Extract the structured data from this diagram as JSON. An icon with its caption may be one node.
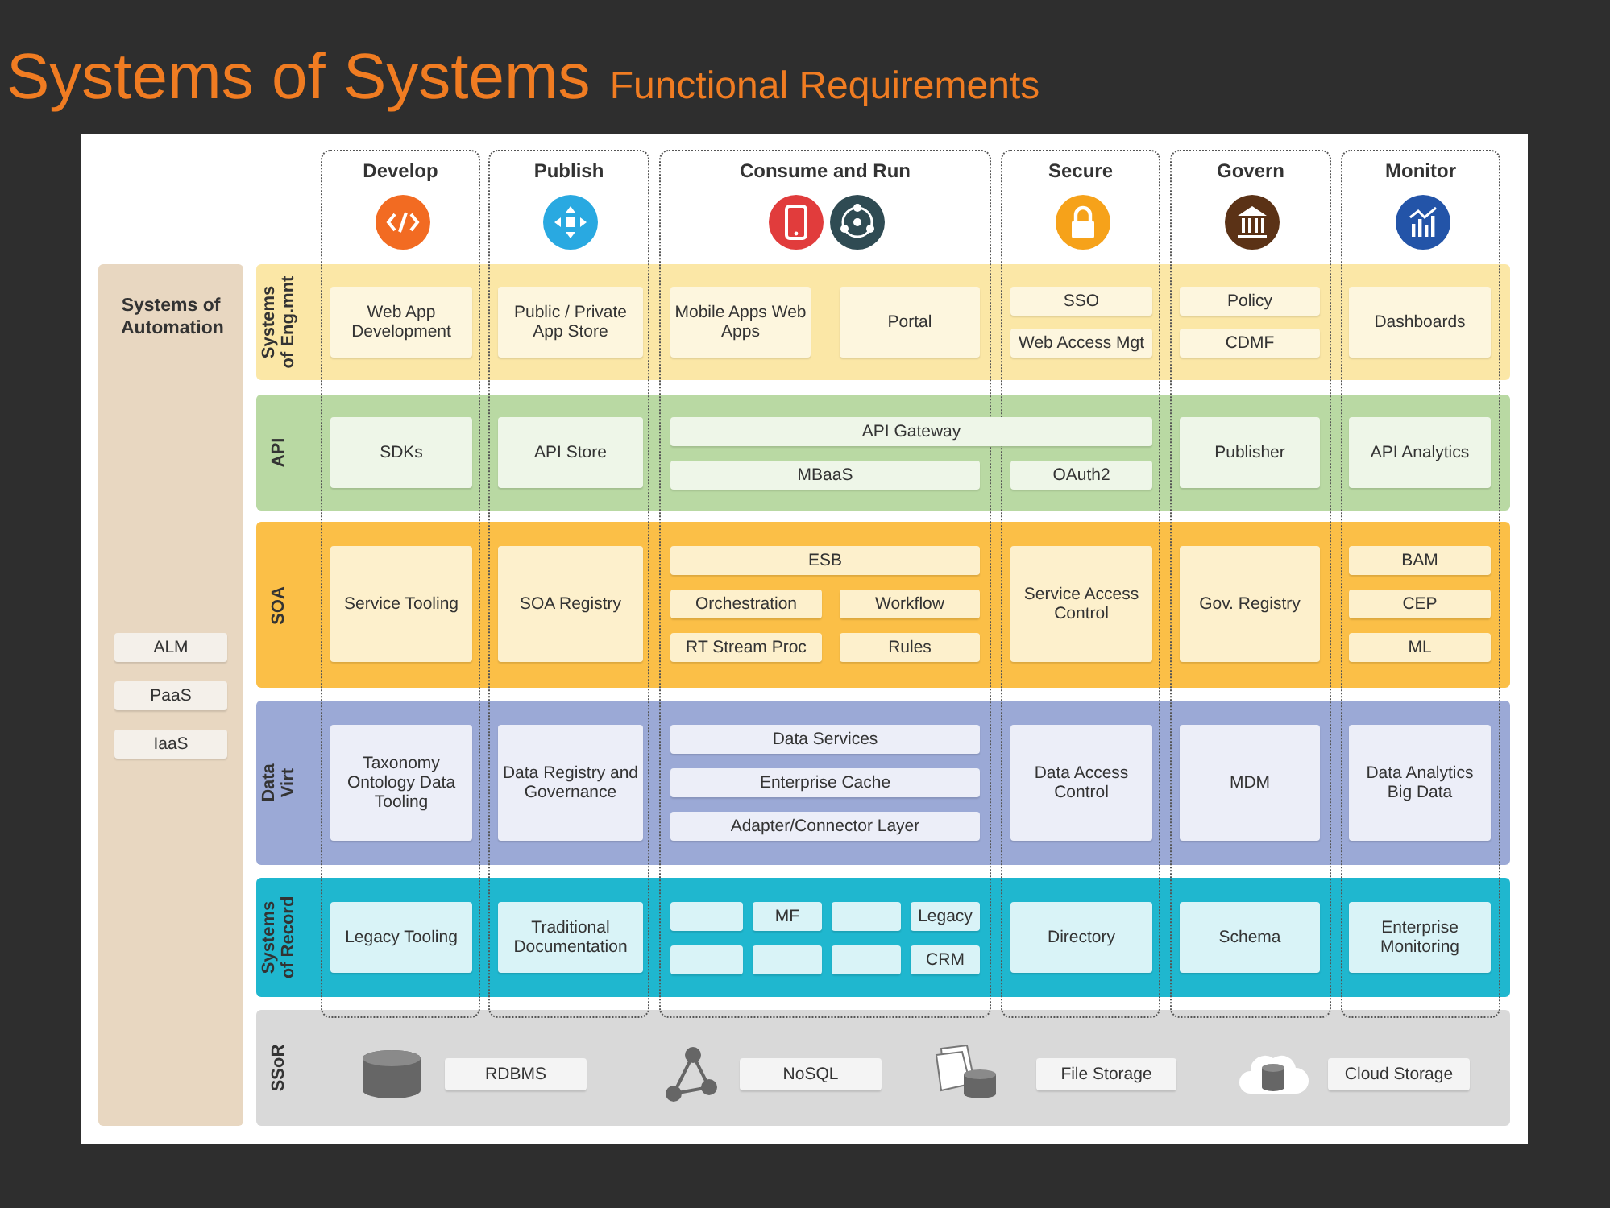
{
  "diagram": {
    "title": "Systems of Systems",
    "labels": [
      "Functional Requirements"
    ],
    "nodes": [
      {
        "text": [
          "Systems of Automation"
        ]
      },
      {
        "text": [
          "ALM"
        ],
        "in": 0
      },
      {
        "text": [
          "PaaS"
        ],
        "in": 0
      },
      {
        "text": [
          "IaaS"
        ],
        "in": 0
      },
      {
        "text": [
          "Develop"
        ]
      },
      {
        "text": [
          "Publish"
        ]
      },
      {
        "text": [
          "Consume and Run"
        ]
      },
      {
        "text": [
          "Secure"
        ]
      },
      {
        "text": [
          "Govern"
        ]
      },
      {
        "text": [
          "Monitor"
        ]
      },
      {
        "text": [
          "Systems of Eng.mnt"
        ]
      },
      {
        "text": [
          "Web App Development"
        ]
      },
      {
        "text": [
          "Public / Private App Store"
        ]
      },
      {
        "text": [
          "Mobile Apps Web Apps"
        ]
      },
      {
        "text": [
          "Portal"
        ]
      },
      {
        "text": [
          "SSO"
        ]
      },
      {
        "text": [
          "Web Access Mgt"
        ]
      },
      {
        "text": [
          "Policy"
        ]
      },
      {
        "text": [
          "CDMF"
        ]
      },
      {
        "text": [
          "Dashboards"
        ]
      },
      {
        "text": [
          "API"
        ]
      },
      {
        "text": [
          "SDKs"
        ]
      },
      {
        "text": [
          "API Store"
        ]
      },
      {
        "text": [
          "API Gateway"
        ],
        "in": 20
      },
      {
        "text": [
          "MBaaS"
        ]
      },
      {
        "text": [
          "OAuth2"
        ]
      },
      {
        "text": [
          "Publisher"
        ]
      },
      {
        "text": [
          "API Analytics"
        ]
      },
      {
        "text": [
          "SOA"
        ]
      },
      {
        "text": [
          "Service Tooling"
        ]
      },
      {
        "text": [
          "SOA Registry"
        ]
      },
      {
        "text": [
          "ESB"
        ]
      },
      {
        "text": [
          "Orchestration"
        ]
      },
      {
        "text": [
          "Workflow"
        ]
      },
      {
        "text": [
          "RT Stream Proc"
        ]
      },
      {
        "text": [
          "Rules"
        ]
      },
      {
        "text": [
          "Service Access Control"
        ]
      },
      {
        "text": [
          "Gov. Registry"
        ]
      },
      {
        "text": [
          "BAM"
        ]
      },
      {
        "text": [
          "CEP"
        ]
      },
      {
        "text": [
          "ML"
        ]
      },
      {
        "text": [
          "Data Virt"
        ]
      },
      {
        "text": [
          "Taxonomy Ontology Data Tooling"
        ]
      },
      {
        "text": [
          "Data Registry and Governance"
        ]
      },
      {
        "text": [
          "Data Services"
        ]
      },
      {
        "text": [
          "Enterprise Cache"
        ]
      },
      {
        "text": [
          "Adapter/Connector Layer"
        ]
      },
      {
        "text": [
          "Data Access Control"
        ]
      },
      {
        "text": [
          "MDM"
        ]
      },
      {
        "text": [
          "Data Analytics Big Data"
        ]
      },
      {
        "text": [
          "Systems of Record"
        ]
      },
      {
        "text": [
          "Legacy Tooling"
        ]
      },
      {
        "text": [
          "Traditional Documentation"
        ]
      },
      {
        "text": [],
        "shape": "box"
      },
      {
        "text": [
          "MF"
        ]
      },
      {
        "text": [],
        "shape": "box"
      },
      {
        "text": [
          "Legacy"
        ]
      },
      {
        "text": [],
        "shape": "box"
      },
      {
        "text": [],
        "shape": "box"
      },
      {
        "text": [],
        "shape": "box"
      },
      {
        "text": [
          "CRM"
        ]
      },
      {
        "text": [
          "Directory"
        ]
      },
      {
        "text": [
          "Schema"
        ]
      },
      {
        "text": [
          "Enterprise Monitoring"
        ]
      },
      {
        "text": [
          "SSoR"
        ]
      },
      {
        "text": [
          "RDBMS"
        ],
        "in": 64
      },
      {
        "text": [
          "NoSQL"
        ],
        "in": 64
      },
      {
        "text": [
          "File Storage"
        ],
        "in": 64
      },
      {
        "text": [
          "Cloud Storage"
        ],
        "in": 64
      }
    ]
  }
}
